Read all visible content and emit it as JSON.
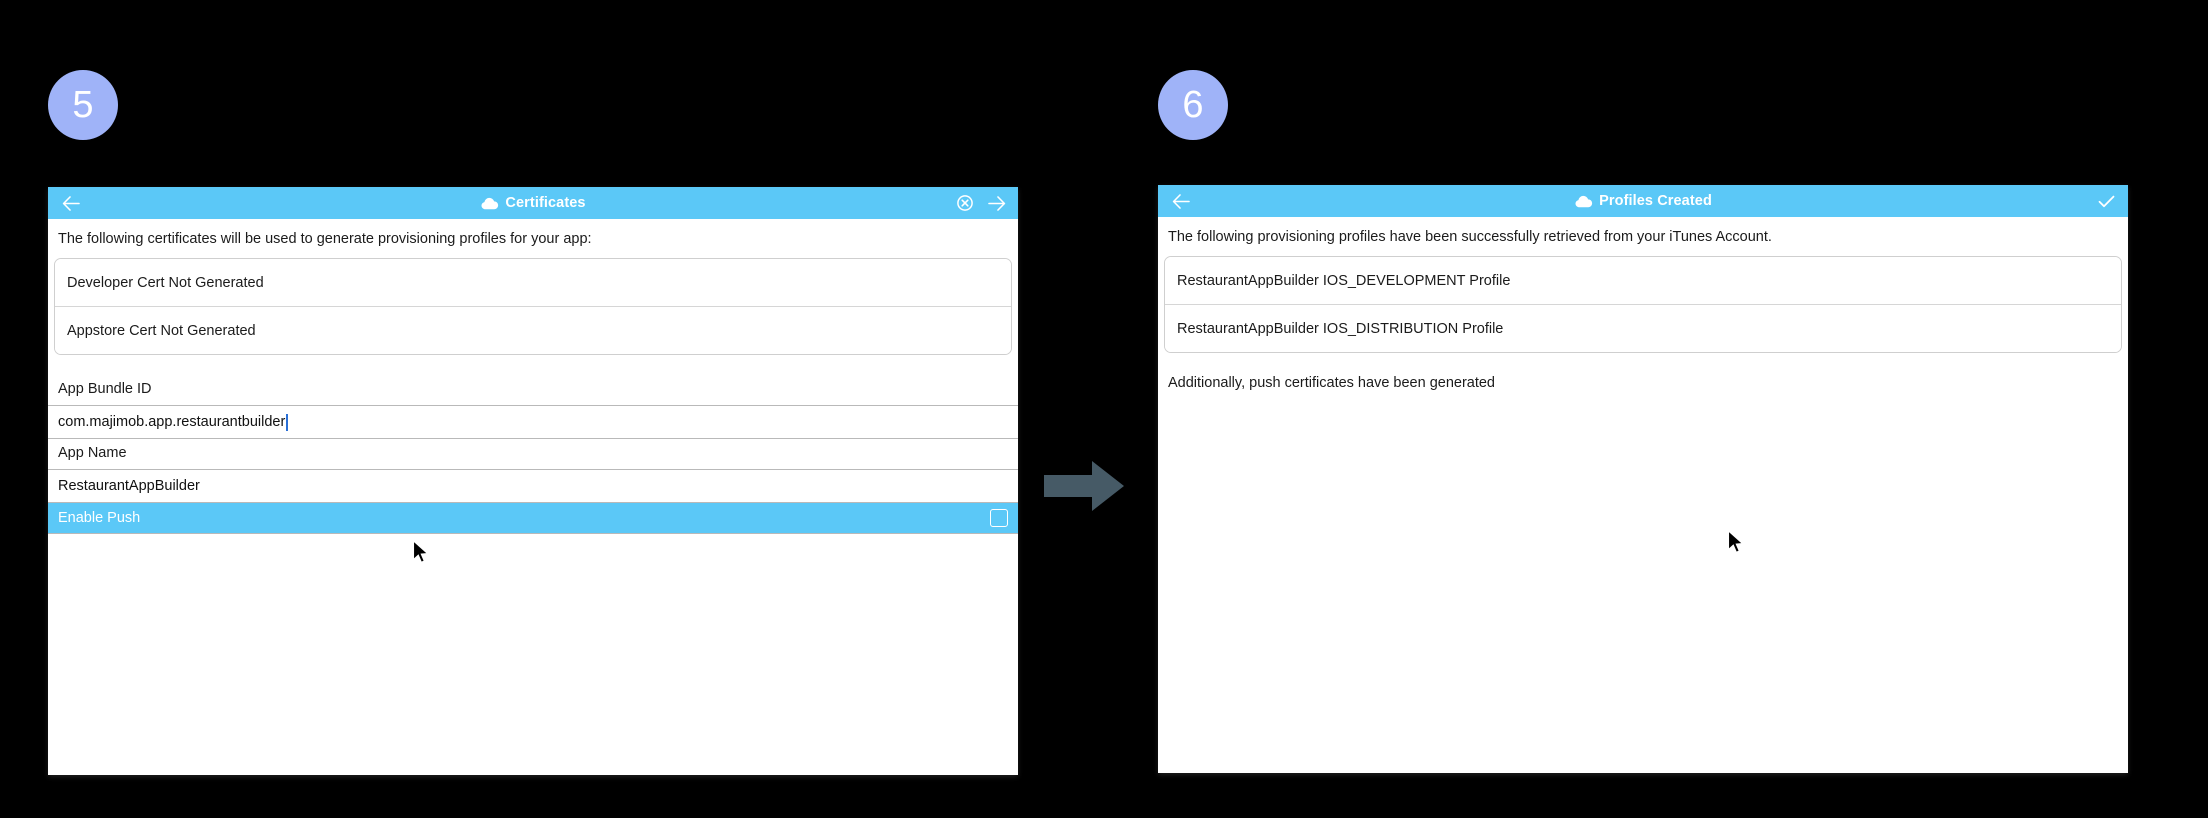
{
  "steps": [
    {
      "number": "5"
    },
    {
      "number": "6"
    }
  ],
  "colors": {
    "accent_cyan": "#5BC8F7",
    "badge_blue": "#9FB3F8",
    "arrow_slate": "#465A66",
    "background": "#000000",
    "panel_white": "#FFFFFF"
  },
  "panel_certificates": {
    "titlebar": {
      "back_icon": "arrow-left-icon",
      "cloud_icon": "cloud-icon",
      "title": "Certificates",
      "close_icon": "circle-x-icon",
      "next_icon": "arrow-right-icon"
    },
    "intro": "The following certificates will be used to generate provisioning profiles for your app:",
    "cert_rows": [
      {
        "label": "Developer Cert Not Generated"
      },
      {
        "label": "Appstore Cert Not Generated"
      }
    ],
    "fields": [
      {
        "label": "App Bundle ID",
        "value": "com.majimob.app.restaurantbuilder",
        "placeholder": "App Bundle ID",
        "focused": true
      },
      {
        "label": "App Name",
        "value": "RestaurantAppBuilder",
        "placeholder": "App Name",
        "focused": false
      }
    ],
    "push_toggle": {
      "label": "Enable Push",
      "checked": false,
      "checkbox_icon": "checkbox-unchecked-icon"
    }
  },
  "panel_profiles": {
    "titlebar": {
      "back_icon": "arrow-left-icon",
      "cloud_icon": "cloud-icon",
      "title": "Profiles Created",
      "confirm_icon": "checkmark-icon"
    },
    "intro": "The following provisioning profiles have been successfully retrieved from your iTunes Account.",
    "profile_rows": [
      {
        "label": "RestaurantAppBuilder IOS_DEVELOPMENT Profile"
      },
      {
        "label": "RestaurantAppBuilder IOS_DISTRIBUTION Profile"
      }
    ],
    "note": "Additionally, push certificates have been generated"
  },
  "flow": {
    "arrow_icon": "arrow-right-thick-icon"
  },
  "cursors": [
    {
      "name": "mouse-pointer-panel-5"
    },
    {
      "name": "mouse-pointer-panel-6"
    }
  ]
}
